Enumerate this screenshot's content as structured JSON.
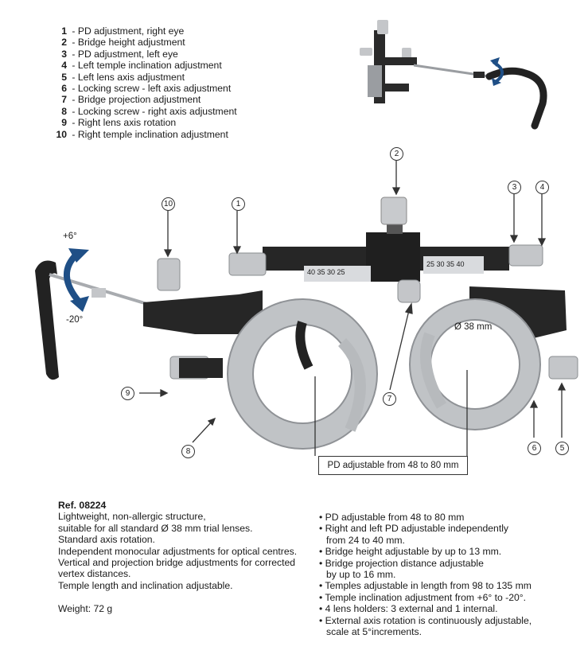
{
  "legend": [
    {
      "num": "1",
      "text": " - PD adjustment, right eye"
    },
    {
      "num": "2",
      "text": " - Bridge height adjustment"
    },
    {
      "num": "3",
      "text": " - PD adjustment, left eye"
    },
    {
      "num": "4",
      "text": " - Left temple inclination adjustment"
    },
    {
      "num": "5",
      "text": " - Left lens axis adjustment"
    },
    {
      "num": "6",
      "text": " - Locking screw - left axis adjustment"
    },
    {
      "num": "7",
      "text": " - Bridge projection adjustment"
    },
    {
      "num": "8",
      "text": " - Locking screw - right axis adjustment"
    },
    {
      "num": "9",
      "text": " - Right lens axis rotation"
    },
    {
      "num": "10",
      "text": " - Right temple inclination adjustment"
    }
  ],
  "callouts": [
    "1",
    "2",
    "3",
    "4",
    "5",
    "6",
    "7",
    "8",
    "9",
    "10"
  ],
  "diagram_labels": {
    "plus6": "+6°",
    "minus20": "-20°",
    "diameter": "Ø 38 mm",
    "pd_box": "PD adjustable from 48 to 80 mm",
    "scale_right": "40 35 30 25",
    "scale_left": "25 30 35 40"
  },
  "spec_left": {
    "ref": "Ref. 08224",
    "lines": [
      "Lightweight, non-allergic structure,",
      "suitable for all standard Ø 38 mm trial lenses.",
      "Standard axis rotation.",
      "Independent monocular adjustments for optical centres.",
      "Vertical and projection bridge adjustments for corrected",
      "vertex distances.",
      "Temple length and inclination adjustable."
    ],
    "weight": "Weight: 72 g"
  },
  "spec_right": [
    {
      "text": "• PD adjustable from 48 to 80 mm",
      "cont": false
    },
    {
      "text": "• Right and left PD adjustable independently",
      "cont": false
    },
    {
      "text": "from 24 to 40 mm.",
      "cont": true
    },
    {
      "text": "• Bridge height adjustable by up to 13 mm.",
      "cont": false
    },
    {
      "text": "• Bridge projection distance adjustable",
      "cont": false
    },
    {
      "text": "by up to 16 mm.",
      "cont": true
    },
    {
      "text": "• Temples adjustable in length from 98 to 135 mm",
      "cont": false
    },
    {
      "text": "• Temple inclination adjustment from +6°  to -20°.",
      "cont": false
    },
    {
      "text": "• 4 lens holders: 3 external and 1 internal.",
      "cont": false
    },
    {
      "text": "• External axis rotation is continuously adjustable,",
      "cont": false
    },
    {
      "text": "scale at 5°increments.",
      "cont": true
    }
  ],
  "colors": {
    "arrow_blue": "#1f4f86",
    "frame_black": "#222222",
    "metal": "#b9bcc0"
  }
}
